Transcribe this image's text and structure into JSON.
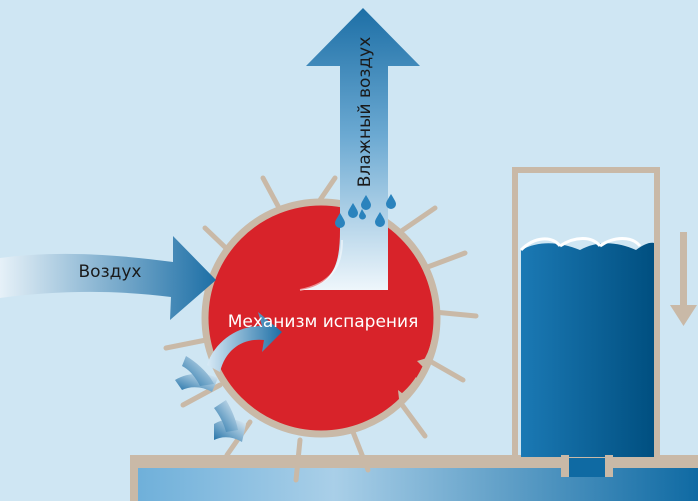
{
  "labels": {
    "air_in": "Воздух",
    "humid_air": "Влажный воздух",
    "mechanism": "Механизм испарения"
  },
  "colors": {
    "background": "#cfe6f3",
    "drum": "#d8232a",
    "drum_rim": "#c9b9a7",
    "water_dark": "#005e93",
    "water_light": "#3d94c6",
    "arrow_start": "#1d6fa6",
    "arrow_end": "#e8f3fa",
    "tank_frame": "#c9b9a7"
  },
  "icons": {
    "droplets": "water-droplets-icon",
    "level_arrow": "down-arrow-icon"
  }
}
